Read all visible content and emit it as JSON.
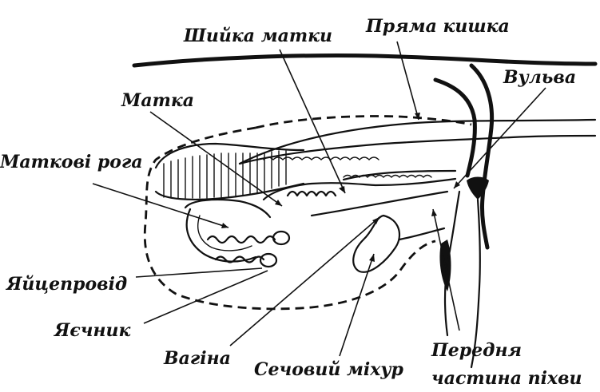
{
  "labels": {
    "cervix": "Шийка матки",
    "rectum": "Пряма кишка",
    "vulva": "Вульва",
    "uterus": "Матка",
    "uterine_horns": "Маткові рога",
    "oviduct": "Яйцепровід",
    "ovary": "Яєчник",
    "vagina": "Вагіна",
    "bladder": "Сечовий міхур",
    "anterior_vagina_line1": "Передня",
    "anterior_vagina_line2": "частина піхви"
  }
}
